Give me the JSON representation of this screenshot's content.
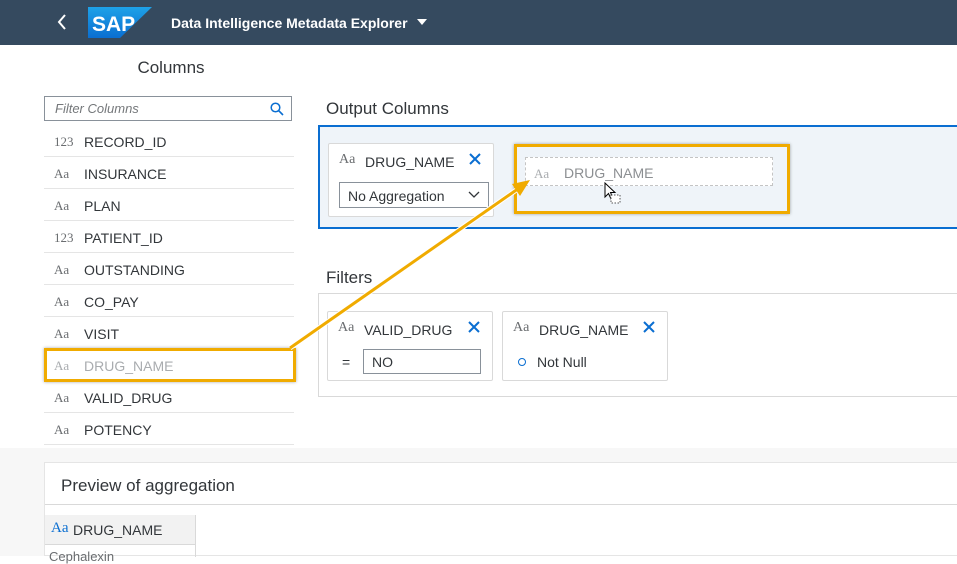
{
  "shell": {
    "logo": "SAP",
    "title": "Data Intelligence Metadata Explorer"
  },
  "columns_panel": {
    "title": "Columns",
    "filter_placeholder": "Filter Columns",
    "items": [
      {
        "type": "123",
        "name": "RECORD_ID"
      },
      {
        "type": "Aa",
        "name": "INSURANCE"
      },
      {
        "type": "Aa",
        "name": "PLAN"
      },
      {
        "type": "123",
        "name": "PATIENT_ID"
      },
      {
        "type": "Aa",
        "name": "OUTSTANDING"
      },
      {
        "type": "Aa",
        "name": "CO_PAY"
      },
      {
        "type": "Aa",
        "name": "VISIT"
      },
      {
        "type": "Aa",
        "name": "DRUG_NAME"
      },
      {
        "type": "Aa",
        "name": "VALID_DRUG"
      },
      {
        "type": "Aa",
        "name": "POTENCY"
      }
    ]
  },
  "output_columns": {
    "title": "Output Columns",
    "card": {
      "type": "Aa",
      "name": "DRUG_NAME",
      "aggregation": "No Aggregation"
    },
    "drop_target": {
      "type": "Aa",
      "name": "DRUG_NAME"
    }
  },
  "filters": {
    "title": "Filters",
    "cards": [
      {
        "type": "Aa",
        "name": "VALID_DRUG",
        "operator": "=",
        "value": "NO"
      },
      {
        "type": "Aa",
        "name": "DRUG_NAME",
        "condition": "Not Null"
      }
    ]
  },
  "preview": {
    "title": "Preview of aggregation",
    "column": {
      "type": "Aa",
      "name": "DRUG_NAME"
    },
    "row2_text": "Cephalexin"
  },
  "colors": {
    "shell": "#354a5f",
    "accent": "#0a6ed1",
    "highlight": "#f0ab00"
  }
}
